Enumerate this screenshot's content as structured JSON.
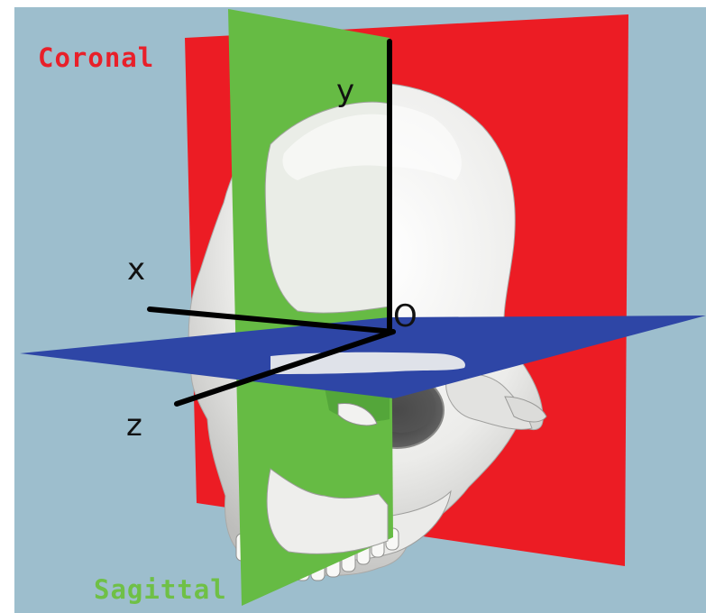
{
  "labels": {
    "coronal": "Coronal",
    "sagittal": "Sagittal"
  },
  "axes": {
    "x": "x",
    "y": "y",
    "z": "z",
    "origin": "O"
  },
  "colors": {
    "background": "#9dbecd",
    "coronal_plane": "#ec1c24",
    "sagittal_plane": "#66bb44",
    "axial_plane": "#2e46a6",
    "skull": "#f4f4f2",
    "axis_line": "#000000",
    "coronal_label": "#e8202a",
    "sagittal_label": "#6fc046"
  }
}
